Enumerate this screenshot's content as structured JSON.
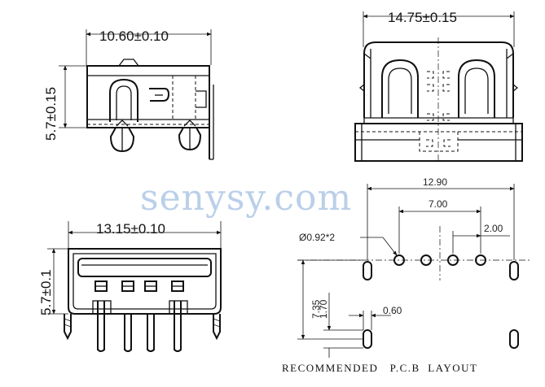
{
  "side_view": {
    "width_dim": "10.60±0.10",
    "height_dim": "5.7±0.15"
  },
  "rear_view": {
    "width_dim": "14.75±0.15"
  },
  "front_view": {
    "width_dim": "13.15±0.10",
    "height_dim": "5.7±0.1"
  },
  "pcb_layout": {
    "overall_pitch": "12.90",
    "outer_signal_pitch": "7.00",
    "signal_pitch": "2.00",
    "hole_spec": "Ø0.92*2",
    "row_offset": "7.35",
    "slot_length": "1.70",
    "slot_width": "0.60",
    "caption": "RECOMMENDED   P.C.B  LAYOUT"
  },
  "watermark": "senysy.com"
}
